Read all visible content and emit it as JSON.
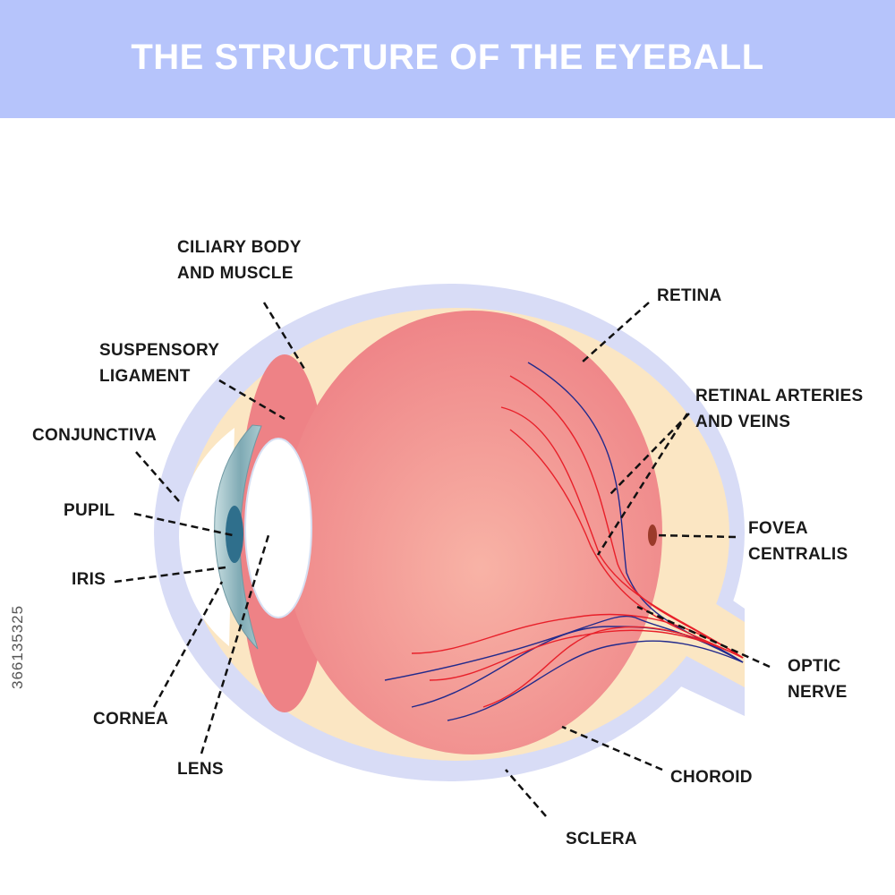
{
  "title": "THE STRUCTURE OF THE EYEBALL",
  "colors": {
    "header_bg": "#b6c4fb",
    "sclera": "#d8dcf6",
    "choroid": "#fbe6c3",
    "eye_body": "#ee8286",
    "vitreous_center": "#f8b3a6",
    "cornea": "#8fb7bf",
    "lens": "#ffffff",
    "artery": "#e8202a",
    "vein": "#222a8c",
    "leader_line": "#111111"
  },
  "labels": {
    "ciliary": "CILIARY BODY\nAND MUSCLE",
    "suspensory": "SUSPENSORY\nLIGAMENT",
    "conjunctiva": "CONJUNCTIVA",
    "pupil": "PUPIL",
    "iris": "IRIS",
    "cornea": "CORNEA",
    "lens": "LENS",
    "retina": "RETINA",
    "retinal_vessels": "RETINAL ARTERIES\nAND VEINS",
    "fovea": "FOVEA\nCENTRALIS",
    "optic_nerve": "OPTIC\nNERVE",
    "choroid": "CHOROID",
    "sclera": "SCLERA"
  },
  "stock_id": "366135325"
}
